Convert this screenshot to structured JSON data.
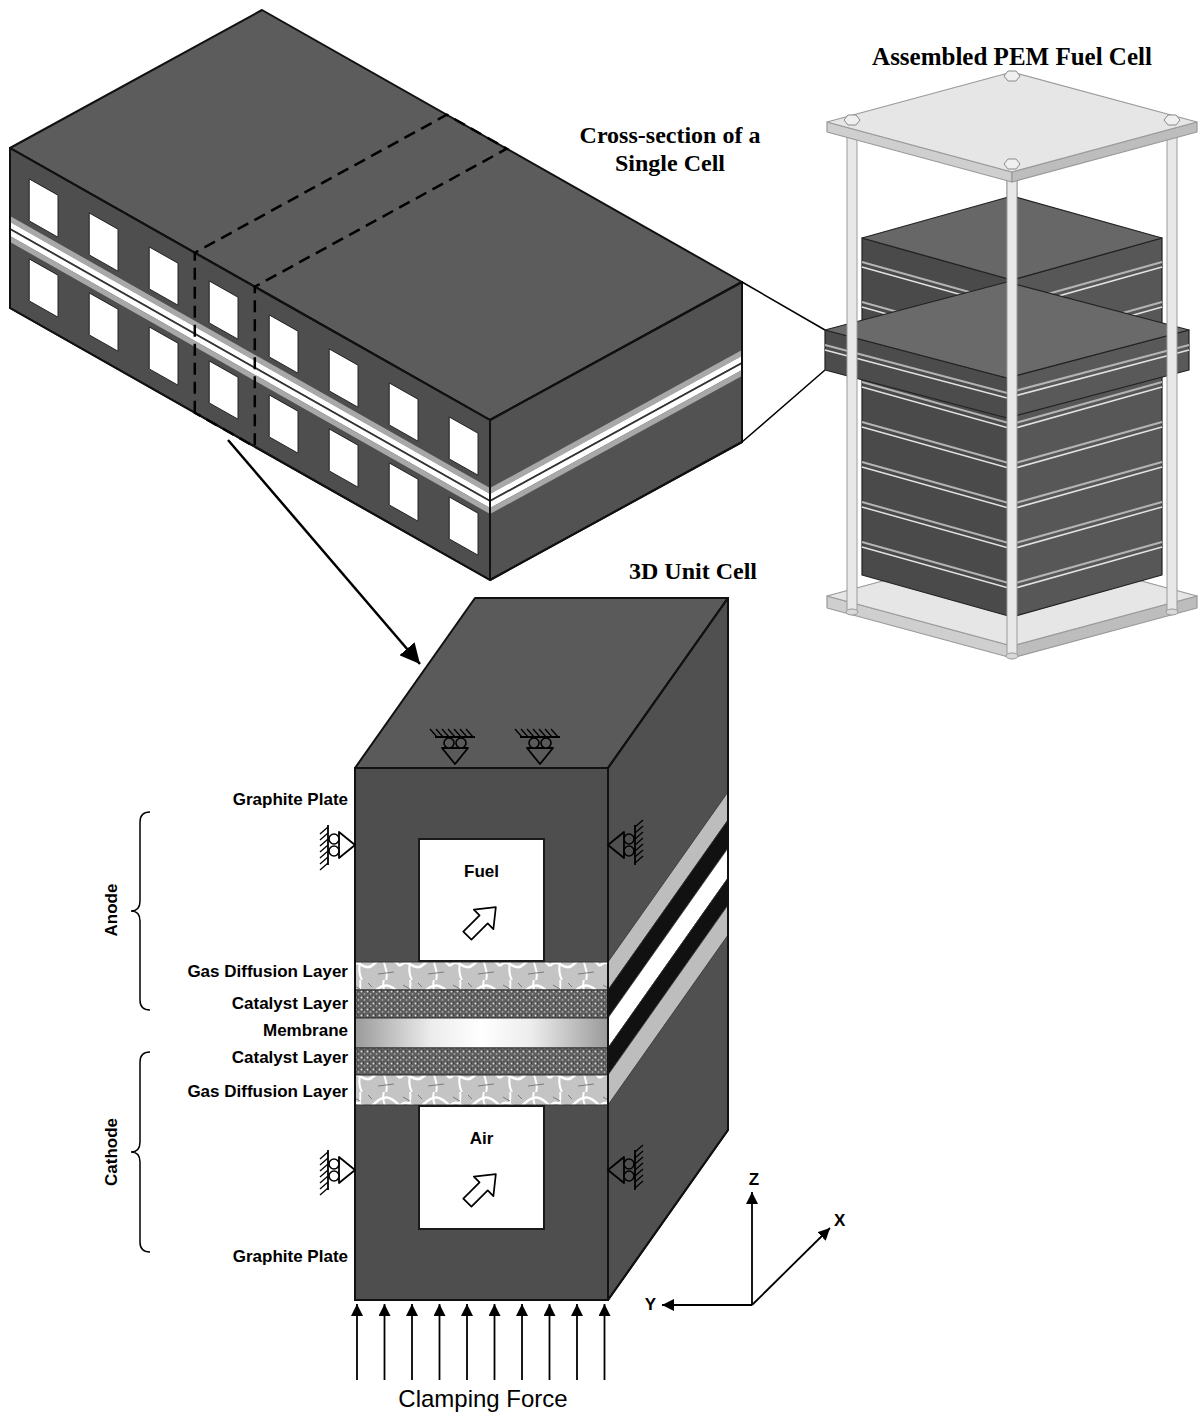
{
  "diagram": {
    "nodes": [
      {
        "text": [
          "Fuel"
        ]
      },
      {
        "text": [
          "Air"
        ]
      }
    ],
    "labels": [
      "Assembled PEM Fuel Cell",
      "Cross-section of a Single Cell",
      "3D Unit Cell",
      "Graphite Plate",
      "Anode",
      "Gas Diffusion Layer",
      "Catalyst Layer",
      "Membrane",
      "Catalyst Layer",
      "Gas Diffusion Layer",
      "Cathode",
      "Graphite Plate",
      "Z",
      "X",
      "Y",
      "Clamping Force"
    ]
  }
}
